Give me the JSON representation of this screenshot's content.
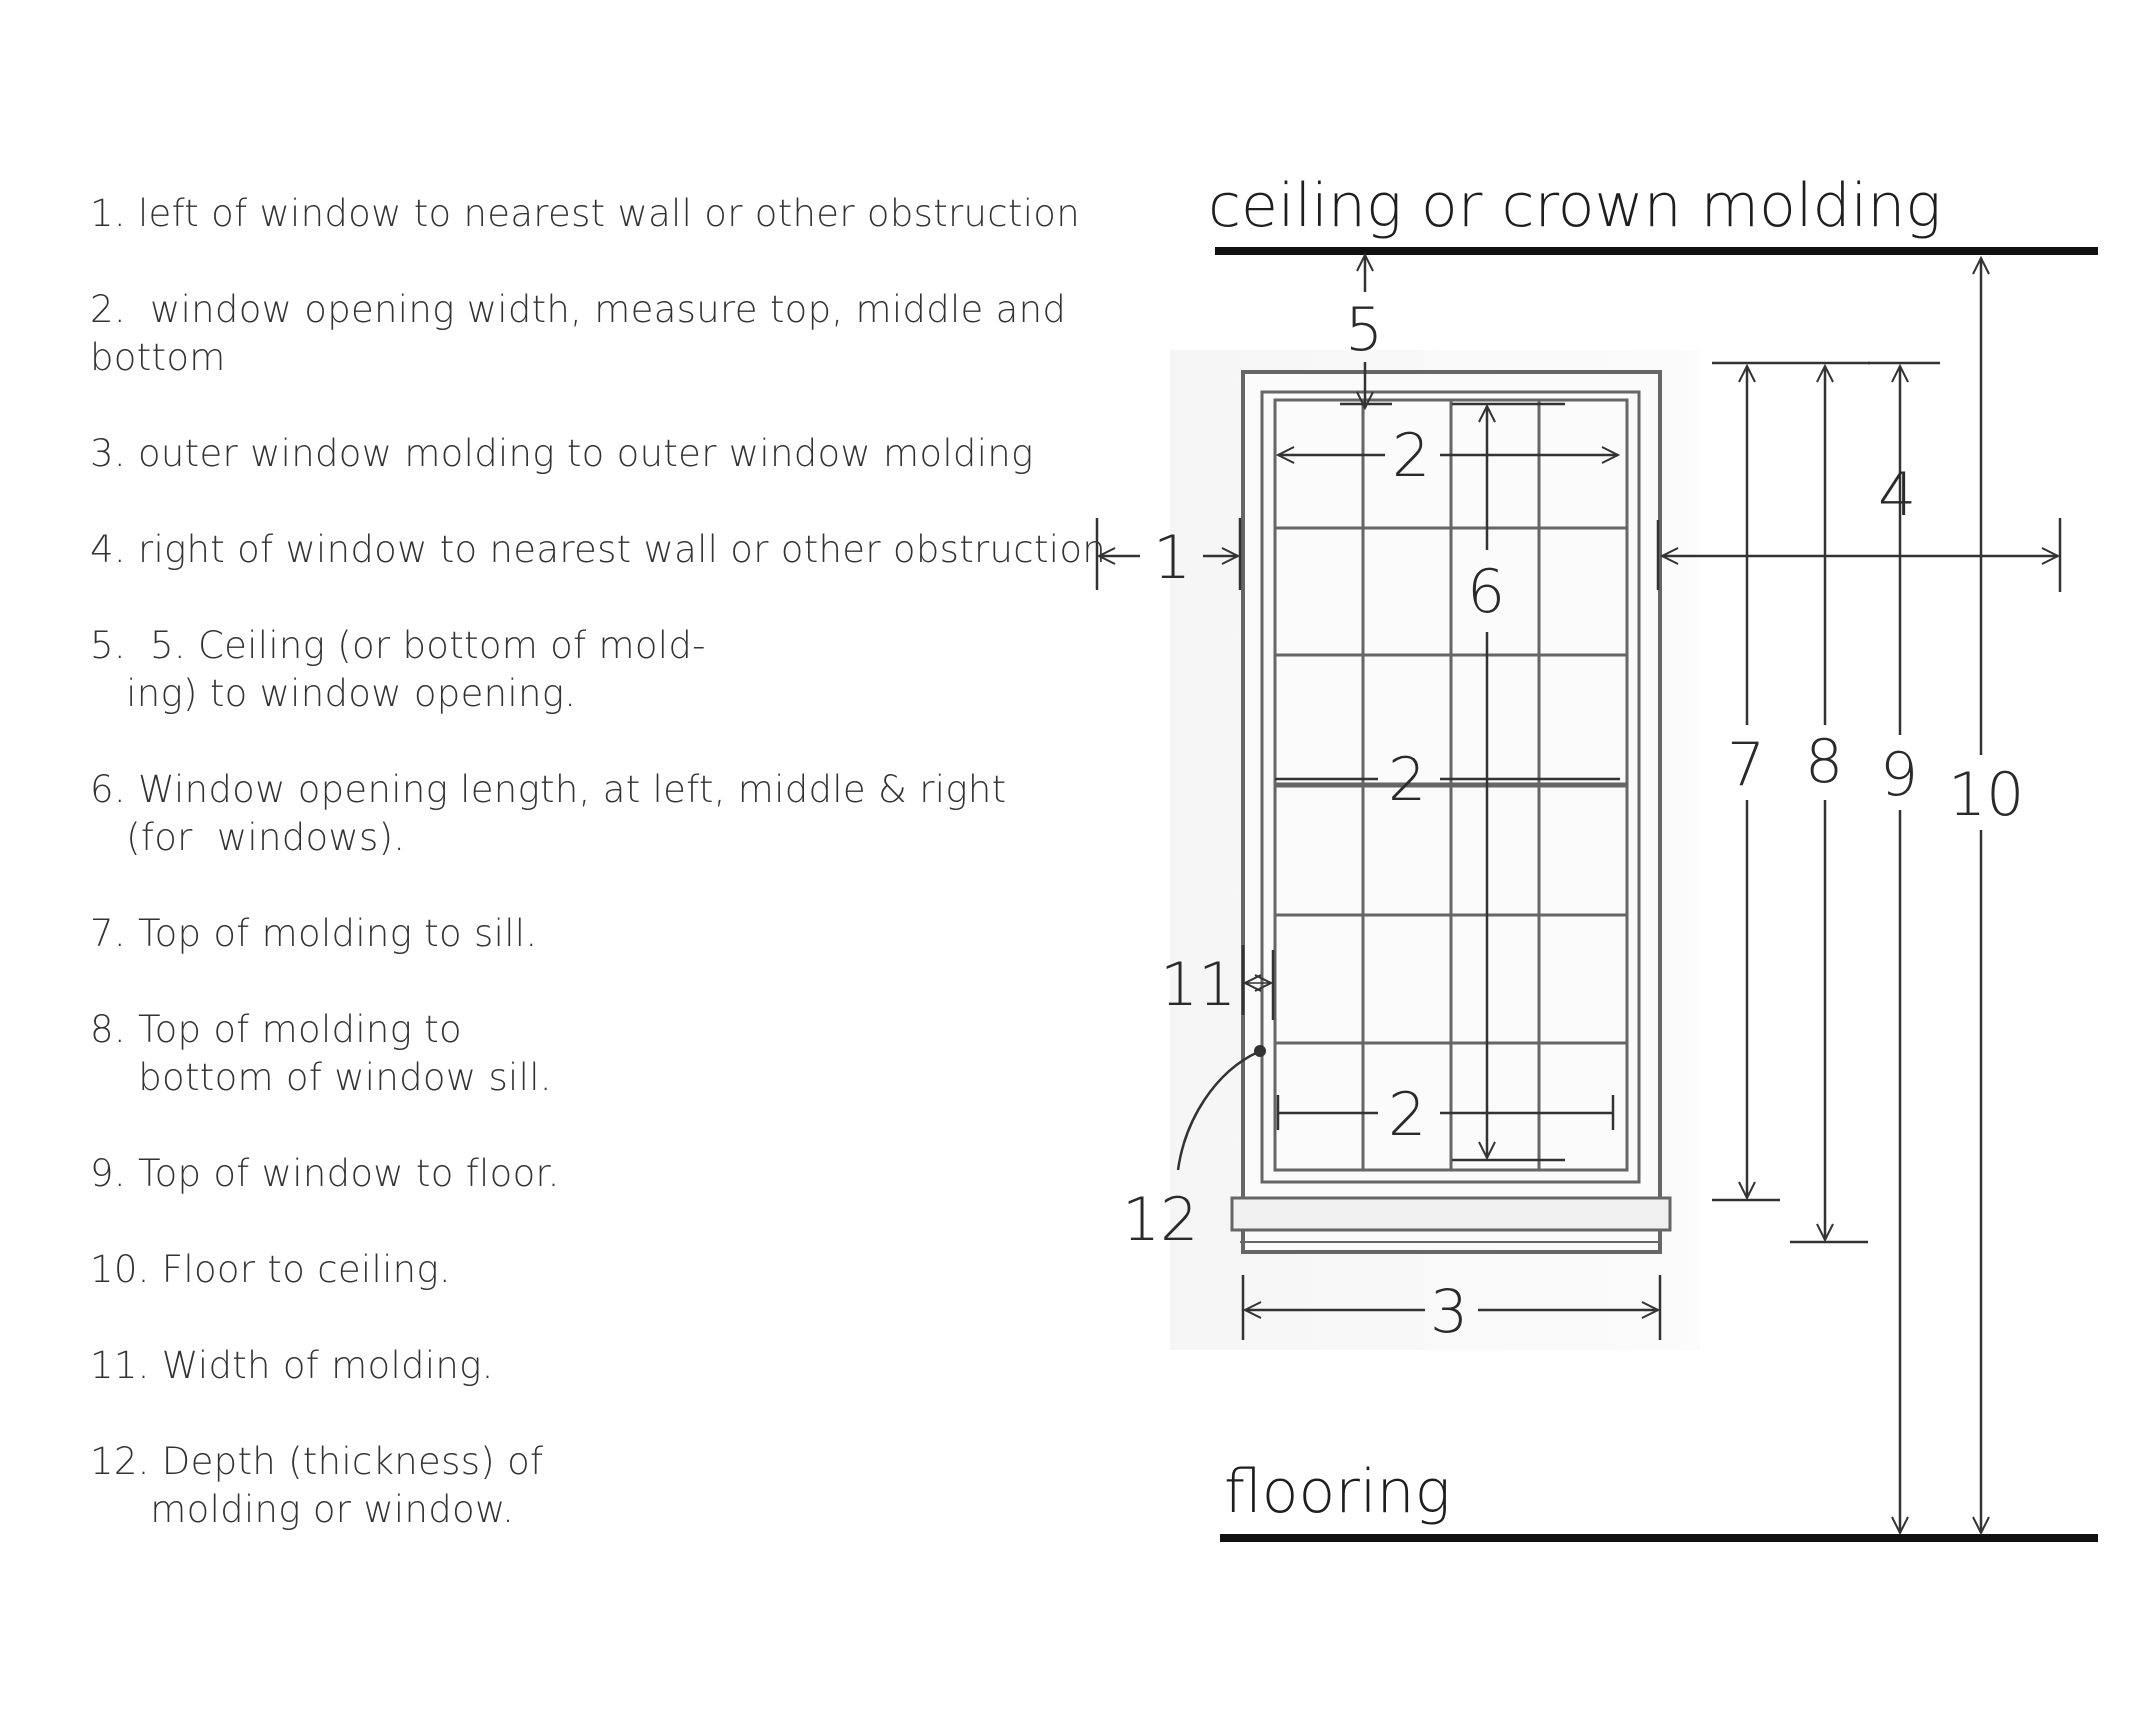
{
  "legend": [
    {
      "text": "1. left of window to nearest wall or other obstruction"
    },
    {
      "text": "2.  window opening width, measure top, middle and\nbottom"
    },
    {
      "text": "3. outer window molding to outer window molding"
    },
    {
      "text": "4. right of window to nearest wall or other obstruction"
    },
    {
      "text": "5.  5. Ceiling (or bottom of mold-\n   ing) to window opening."
    },
    {
      "text": "6. Window opening length, at left, middle & right\n   (for  windows)."
    },
    {
      "text": "7. Top of molding to sill."
    },
    {
      "text": "8. Top of molding to\n    bottom of window sill."
    },
    {
      "text": "9. Top of window to floor."
    },
    {
      "text": "10. Floor to ceiling."
    },
    {
      "text": "11. Width of molding."
    },
    {
      "text": "12. Depth (thickness) of\n     molding or window."
    }
  ],
  "diagram": {
    "ceiling_label": "ceiling or crown molding",
    "flooring_label": "flooring",
    "markers": {
      "m1": "1",
      "m2_top": "2",
      "m2_mid": "2",
      "m2_bottom": "2",
      "m3": "3",
      "m4": "4",
      "m5": "5",
      "m6": "6",
      "m7": "7",
      "m8": "8",
      "m9": "9",
      "m10": "10",
      "m11": "11",
      "m12": "12"
    }
  }
}
